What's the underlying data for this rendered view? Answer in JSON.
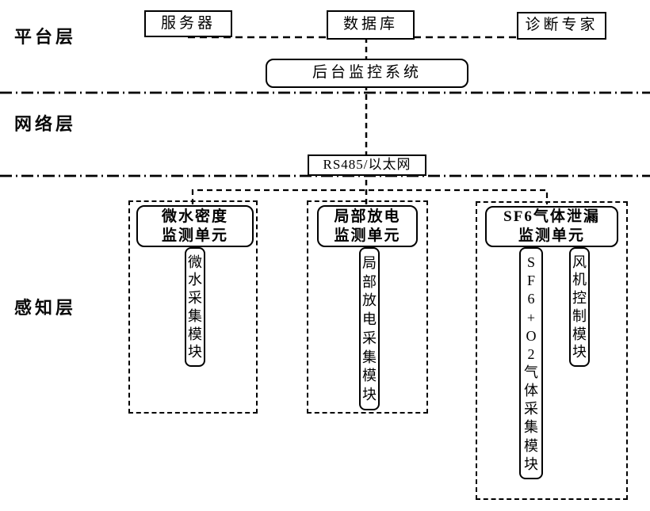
{
  "layers": {
    "platform": {
      "label": "平台层"
    },
    "network": {
      "label": "网络层"
    },
    "perception": {
      "label": "感知层"
    }
  },
  "platform_nodes": {
    "server": "服务器",
    "database": "数据库",
    "expert": "诊断专家",
    "monitor": "后台监控系统"
  },
  "network_nodes": {
    "bus": "RS485/以太网"
  },
  "perception_units": [
    {
      "title_line1": "微水密度",
      "title_line2": "监测单元",
      "modules": [
        "微水采集模块"
      ]
    },
    {
      "title_line1": "局部放电",
      "title_line2": "监测单元",
      "modules": [
        "局部放电采集模块"
      ]
    },
    {
      "title_line1": "SF6气体泄漏",
      "title_line2": "监测单元",
      "modules": [
        "SF6+O2气体采集模块",
        "风机控制模块"
      ]
    }
  ],
  "colors": {
    "line": "#000000",
    "background": "#ffffff"
  }
}
